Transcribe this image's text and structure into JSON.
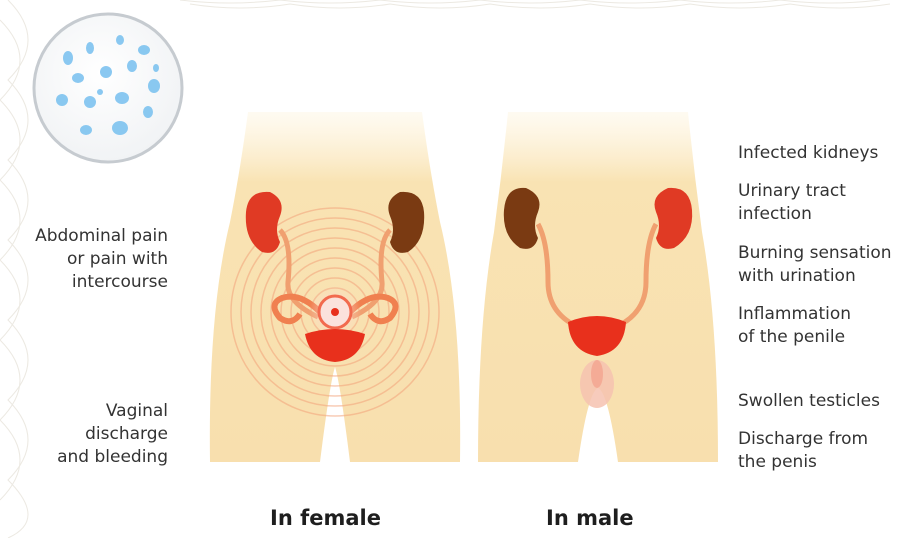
{
  "labels": {
    "female_abdominal_pain": "Abdominal pain\nor pain with\nintercourse",
    "female_discharge": "Vaginal\ndischarge\nand bleeding",
    "male_infected_kidneys": "Infected kidneys",
    "male_uti": "Urinary tract\ninfection",
    "male_burning": "Burning sensation\nwith urination",
    "male_inflammation": "Inflammation\nof the penile",
    "male_swollen": "Swollen testicles",
    "male_discharge": "Discharge from\nthe penis"
  },
  "captions": {
    "female": "In female",
    "male": "In male"
  },
  "colors": {
    "body_skin": "#f9e3b3",
    "kidney_infected": "#e03a24",
    "kidney_healthy": "#7a3a12",
    "bladder": "#e8301c",
    "ureter": "#f0a070",
    "bacteria": "#7ec3f0"
  }
}
